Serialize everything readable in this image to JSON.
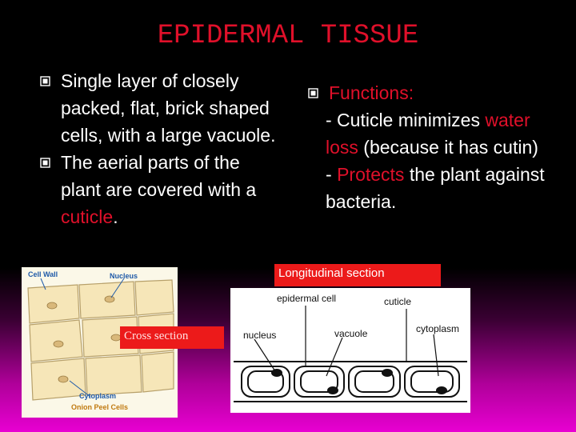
{
  "title": "EPIDERMAL TISSUE",
  "left_bullets": [
    {
      "text": "Single layer of closely packed, flat, brick shaped cells, with a large vacuole."
    },
    {
      "text_before": "The aerial parts of the plant are covered with a ",
      "highlight": "cuticle",
      "text_after": "."
    }
  ],
  "right": {
    "heading": "Functions:",
    "line1_prefix": "- Cuticle minimizes ",
    "line1_highlight": "water loss",
    "line1_suffix": " (because it has cutin)",
    "line2_prefix": "- ",
    "line2_highlight": "Protects",
    "line2_suffix": " the plant against bacteria."
  },
  "tags": {
    "longitudinal": "Longitudinal section",
    "cross": "Cross section"
  },
  "left_diagram": {
    "cell_wall": "Cell Wall",
    "nucleus": "Nucleus",
    "cytoplasm": "Cytoplasm",
    "caption": "Onion Peel Cells"
  },
  "right_diagram": {
    "epidermal_cell": "epidermal cell",
    "cuticle": "cuticle",
    "nucleus": "nucleus",
    "vacuole": "vacuole",
    "cytoplasm": "cytoplasm"
  },
  "colors": {
    "accent_red": "#e0102a",
    "background_top": "#000000",
    "background_bottom": "#e800d2"
  },
  "icons": [
    "square-bullet-icon"
  ]
}
